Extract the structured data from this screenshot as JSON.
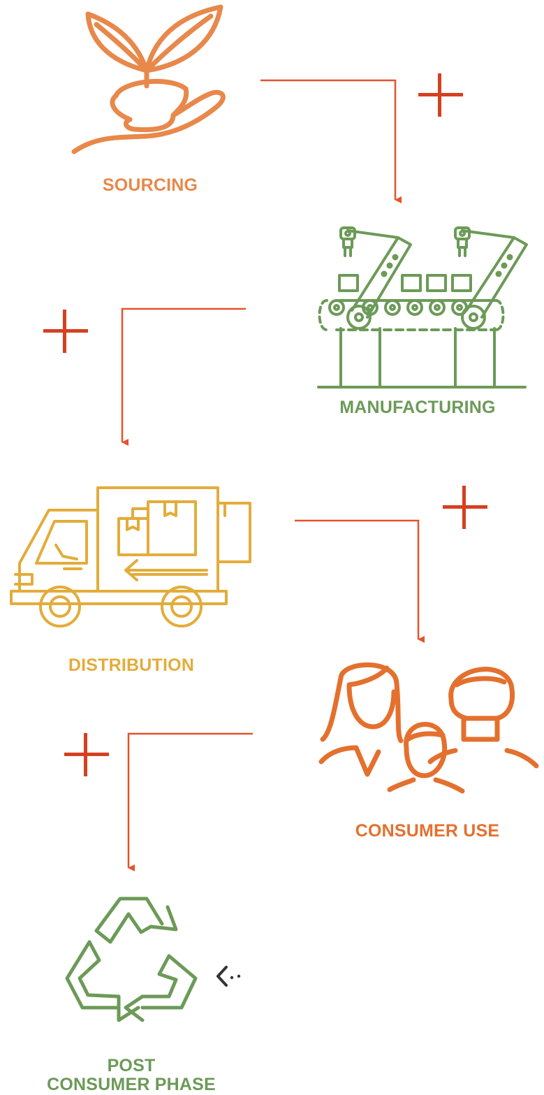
{
  "colors": {
    "connector": "#e4532b",
    "plus": "#d6401f",
    "sourcing": "#e8884a",
    "manufacturing": "#6c9a58",
    "distribution": "#e3ac3a",
    "consumer_use": "#e4702e",
    "post_consumer": "#6c9a58",
    "back_arrow": "#333333"
  },
  "stages": [
    {
      "id": "sourcing",
      "label": "SOURCING",
      "icon": "plant-in-hand-icon"
    },
    {
      "id": "manufacturing",
      "label": "MANUFACTURING",
      "icon": "robotic-assembly-line-icon"
    },
    {
      "id": "distribution",
      "label": "DISTRIBUTION",
      "icon": "delivery-truck-icon"
    },
    {
      "id": "consumer_use",
      "label": "CONSUMER USE",
      "icon": "people-group-icon"
    },
    {
      "id": "post_consumer",
      "label_lines": [
        "POST",
        "CONSUMER PHASE"
      ],
      "icon": "recycle-icon"
    }
  ],
  "controls": {
    "expand_icon": "plus-icon",
    "back_icon": "chevron-left-dotted-icon"
  }
}
